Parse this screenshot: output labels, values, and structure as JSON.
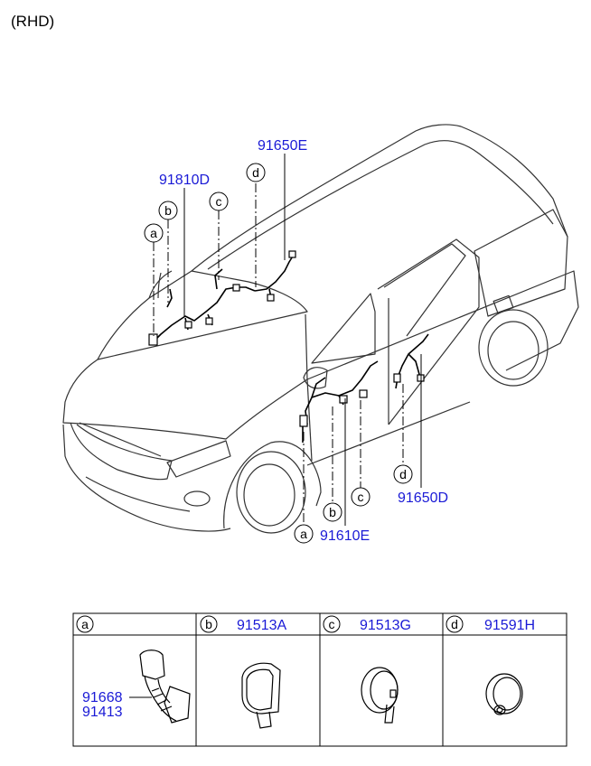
{
  "header": {
    "note": "(RHD)"
  },
  "diagram": {
    "part_numbers": {
      "p91810D": "91810D",
      "p91650E": "91650E",
      "p91650D": "91650D",
      "p91610E": "91610E"
    },
    "callouts": {
      "a": "a",
      "b": "b",
      "c": "c",
      "d": "d"
    }
  },
  "legend": {
    "cells": [
      {
        "letter": "a",
        "code": "",
        "sub_codes": [
          "91668",
          "91413"
        ]
      },
      {
        "letter": "b",
        "code": "91513A"
      },
      {
        "letter": "c",
        "code": "91513G"
      },
      {
        "letter": "d",
        "code": "91591H"
      }
    ]
  },
  "colors": {
    "part_number": "#1a1ad6",
    "line": "#000000"
  }
}
